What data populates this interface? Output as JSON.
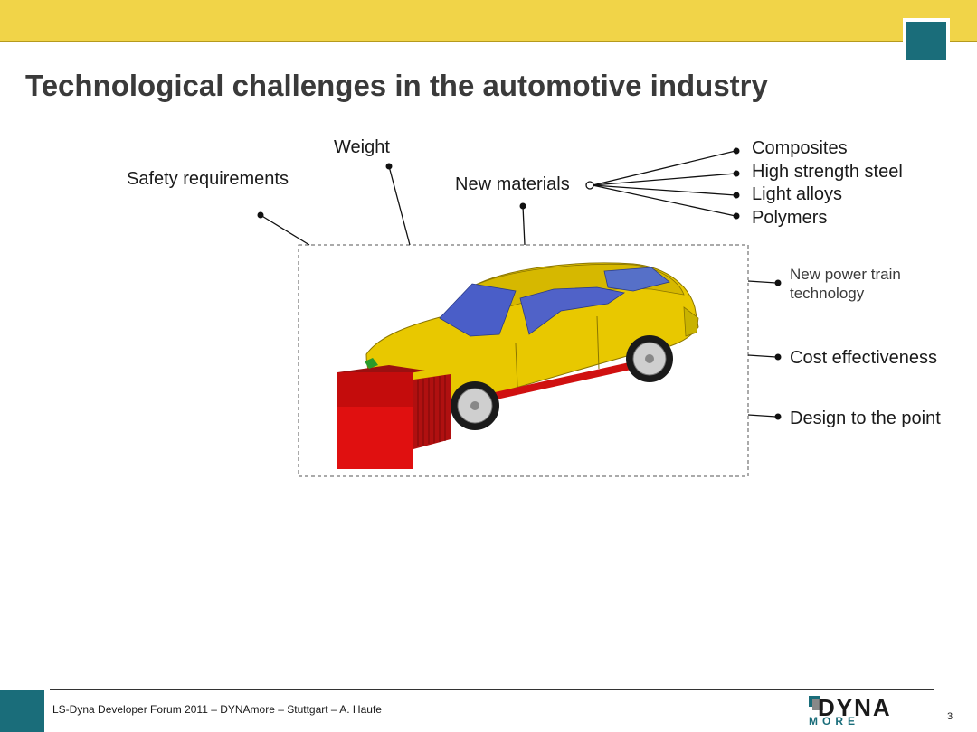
{
  "title": "Technological challenges in the automotive industry",
  "labels": {
    "weight": "Weight",
    "safety": "Safety requirements",
    "new_materials": "New materials",
    "power_train_line1": "New power train",
    "power_train_line2": "technology",
    "cost": "Cost effectiveness",
    "design": "Design to the point"
  },
  "materials": [
    "Composites",
    "High strength steel",
    "Light alloys",
    "Polymers"
  ],
  "footer": {
    "text": "LS-Dyna Developer Forum 2011 – DYNAmore – Stuttgart  –  A. Haufe",
    "page": "3"
  },
  "logo": {
    "main": "DYNA",
    "sub": "MORE"
  },
  "colors": {
    "top_bar": "#f1d448",
    "accent_teal": "#1a6d7a",
    "car_body": "#e8c800",
    "barrier": "#e01010"
  },
  "icons": [
    "car-crash-model-image",
    "bullet-dot-icon",
    "branch-node-icon"
  ]
}
